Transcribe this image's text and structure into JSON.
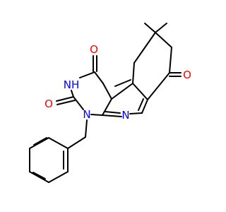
{
  "molecule": {
    "atoms": {
      "o_upper": {
        "label": "O"
      },
      "nh": {
        "label": "NH"
      },
      "o_left": {
        "label": "O"
      },
      "n_benzyl": {
        "label": "N"
      },
      "n_ring": {
        "label": "N"
      },
      "o_ketone": {
        "label": "O"
      }
    },
    "colors": {
      "bond": "#000000",
      "oxygen": "#ff0000",
      "nitrogen": "#0000ff"
    }
  }
}
